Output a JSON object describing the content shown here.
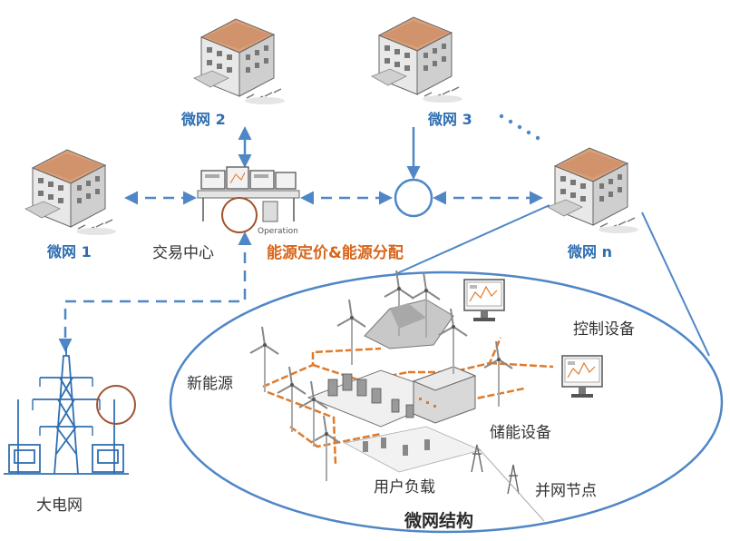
{
  "colors": {
    "arrow": "#4f86c6",
    "ellipse": "#4f86c6",
    "orange": "#e07a2a",
    "brown_circle": "#a0522d",
    "building_roof": "#d9a07a",
    "building_wall": "#e8e8e8"
  },
  "nodes": {
    "mg1": "微网 1",
    "mg2": "微网 2",
    "mg3": "微网 3",
    "mgn": "微网 n",
    "trading": "交易中心",
    "grid": "大电网"
  },
  "annotations": {
    "pricing": "能源定价&能源分配",
    "operation": "Operation"
  },
  "structure": {
    "title": "微网结构",
    "renewable": "新能源",
    "control": "控制设备",
    "storage": "储能设备",
    "load": "用户负载",
    "grid_node": "并网节点"
  },
  "icons": [
    "building-icon",
    "control-center-icon",
    "hub-node-icon",
    "transmission-tower-icon",
    "wind-turbine-icon",
    "monitor-icon",
    "substation-icon"
  ]
}
